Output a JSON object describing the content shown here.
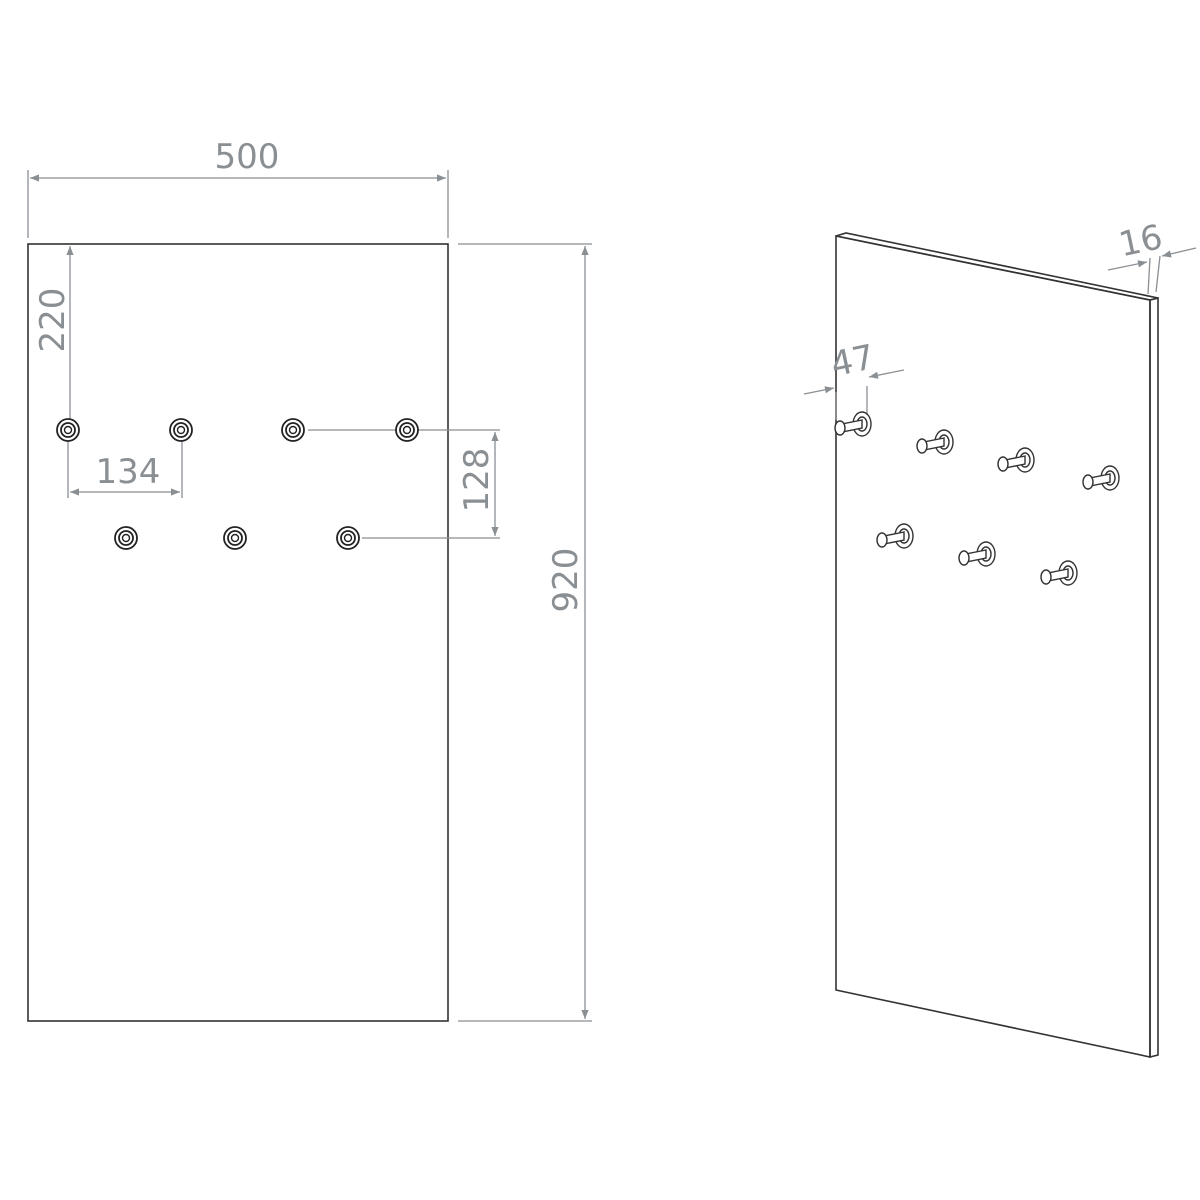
{
  "front_view": {
    "width_label": "500",
    "height_label": "920",
    "top_offset_label": "220",
    "hook_spacing_label": "134",
    "row_spacing_label": "128",
    "hooks_top_row": 4,
    "hooks_bottom_row": 3
  },
  "iso_view": {
    "thickness_label": "16",
    "hook_projection_label": "47",
    "hooks_top_row": 4,
    "hooks_bottom_row": 3
  }
}
